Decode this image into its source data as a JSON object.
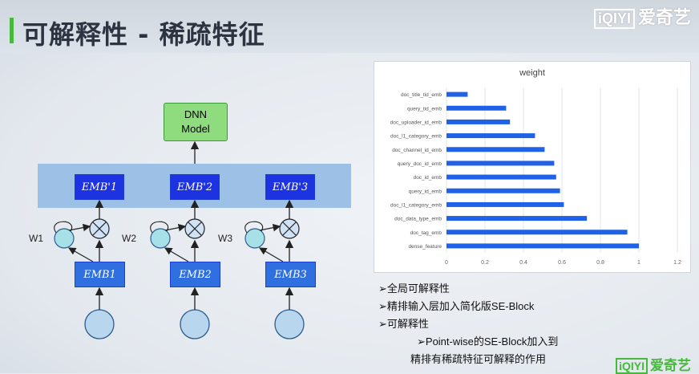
{
  "header": {
    "title": "可解释性 - 稀疏特征",
    "logo_text": "爱奇艺",
    "logo_badge": "iQIYI"
  },
  "diagram": {
    "dnn_line1": "DNN",
    "dnn_line2": "Model",
    "emb_top": [
      "EMB'1",
      "EMB'2",
      "EMB'3"
    ],
    "emb_bottom": [
      "EMB1",
      "EMB2",
      "EMB3"
    ],
    "weights": [
      "W1",
      "W2",
      "W3"
    ]
  },
  "chart_data": {
    "type": "bar",
    "title": "weight",
    "categories": [
      "doc_title_tid_emb",
      "query_tid_emb",
      "doc_uploader_id_emb",
      "doc_l1_category_emb",
      "doc_channel_id_emb",
      "query_doc_id_emb",
      "doc_id_emb",
      "query_id_emb",
      "doc_l1_category_emb",
      "doc_data_type_emb",
      "doc_tag_emb",
      "dense_feature"
    ],
    "values": [
      0.11,
      0.31,
      0.33,
      0.46,
      0.51,
      0.56,
      0.57,
      0.59,
      0.61,
      0.73,
      0.94,
      1.0
    ],
    "xlim": [
      0,
      1.2
    ],
    "xticks": [
      "0",
      "0.2",
      "0.4",
      "0.6",
      "0.8",
      "1",
      "1.2"
    ],
    "grid": true,
    "bar_color": "#1f62e8"
  },
  "bullets": {
    "b1": "➢全局可解释性",
    "b2": "➢精排输入层加入简化版SE-Block",
    "b3": "➢可解释性",
    "b4": "➢Point-wise的SE-Block加入到",
    "b5": "精排有稀疏特征可解释的作用"
  },
  "footer_logo": {
    "badge": "iQIYI",
    "text": "爱奇艺"
  }
}
